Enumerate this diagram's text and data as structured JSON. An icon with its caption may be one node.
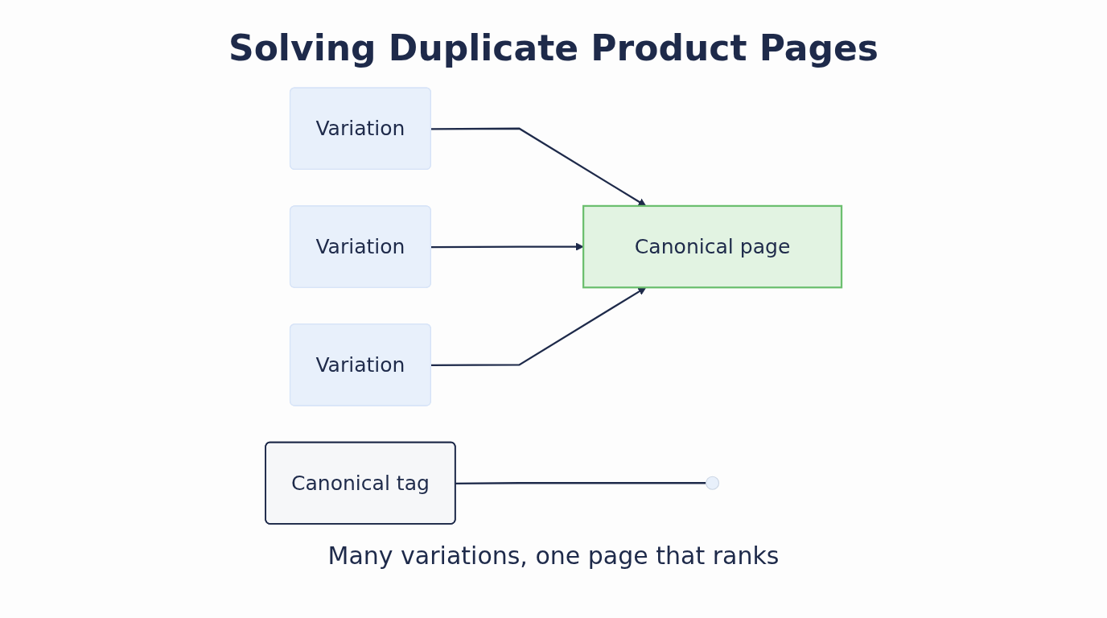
{
  "diagram": {
    "title": "Solving Duplicate Product Pages",
    "caption": "Many variations, one page that ranks",
    "nodes": [
      {
        "text": [
          "Variation"
        ]
      },
      {
        "text": [
          "Variation"
        ]
      },
      {
        "text": [
          "Variation"
        ]
      },
      {
        "text": [
          "Canonical tag"
        ]
      },
      {
        "text": [],
        "shape": "circle"
      },
      {
        "text": [
          "Canonical page"
        ]
      }
    ],
    "edges": [
      {
        "from": 0,
        "to": 5,
        "arrow": "to"
      },
      {
        "from": 1,
        "to": 5,
        "arrow": "to"
      },
      {
        "from": 2,
        "to": 5,
        "arrow": "to"
      },
      {
        "from": 3,
        "to": 4,
        "arrow": "none"
      }
    ]
  }
}
